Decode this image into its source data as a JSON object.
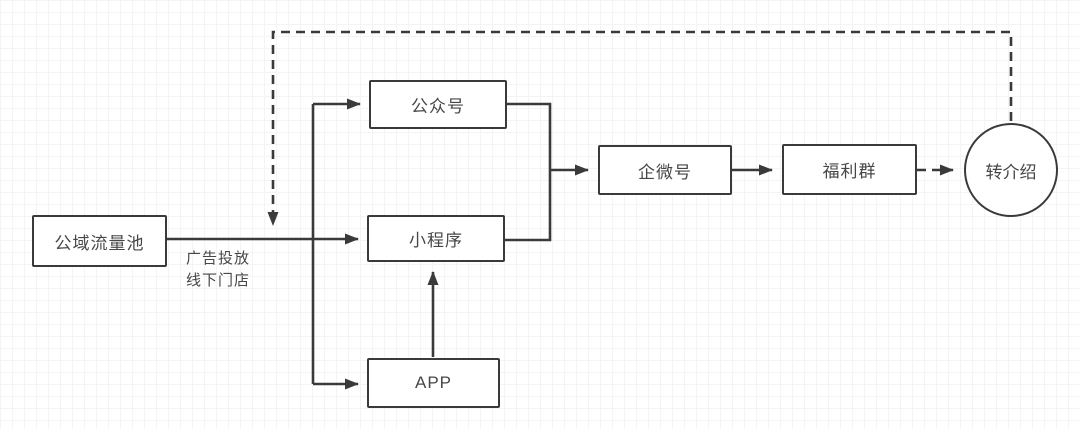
{
  "diagram": {
    "nodes": {
      "pool": {
        "label": "公域流量池",
        "shape": "rect"
      },
      "official_account": {
        "label": "公众号",
        "shape": "rect"
      },
      "mini_program": {
        "label": "小程序",
        "shape": "rect"
      },
      "app": {
        "label": "APP",
        "shape": "rect"
      },
      "wecom": {
        "label": "企微号",
        "shape": "rect"
      },
      "benefit_group": {
        "label": "福利群",
        "shape": "rect"
      },
      "referral": {
        "label": "转介绍",
        "shape": "circle"
      }
    },
    "edge_labels": {
      "ad_placement": "广告投放",
      "offline_store": "线下门店"
    },
    "edges": [
      {
        "from": "pool",
        "to": "mini_program",
        "style": "solid",
        "label": "广告投放 线下门店"
      },
      {
        "from": "pool",
        "to": "official_account",
        "style": "solid"
      },
      {
        "from": "pool",
        "to": "app",
        "style": "solid"
      },
      {
        "from": "app",
        "to": "mini_program",
        "style": "solid"
      },
      {
        "from": "official_account",
        "to": "wecom",
        "style": "solid"
      },
      {
        "from": "mini_program",
        "to": "wecom",
        "style": "solid"
      },
      {
        "from": "wecom",
        "to": "benefit_group",
        "style": "solid"
      },
      {
        "from": "benefit_group",
        "to": "referral",
        "style": "dashed"
      },
      {
        "from": "referral",
        "to": "pool-main-line",
        "style": "dashed"
      }
    ],
    "colors": {
      "stroke": "#3a3a3a",
      "text": "#474747",
      "node_fill": "#ffffff",
      "grid_minor": "#f4f4f4",
      "grid_major": "#e9e9e9",
      "bg": "#ffffff"
    }
  }
}
